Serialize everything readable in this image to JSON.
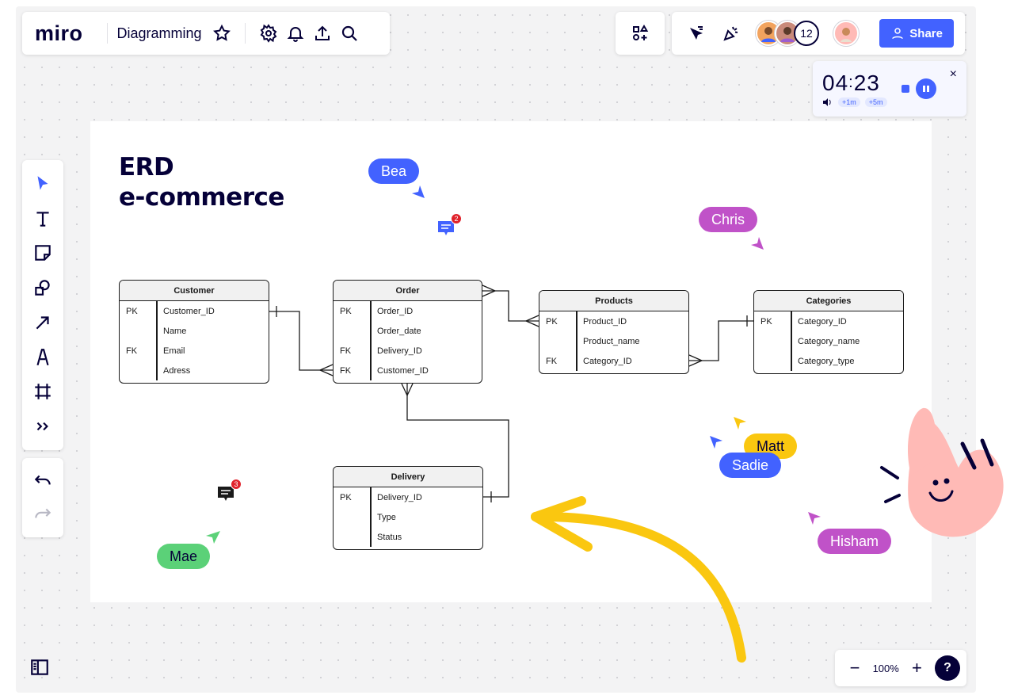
{
  "app": {
    "logo": "miro",
    "board_title": "Diagramming"
  },
  "collaborators": {
    "count": "12"
  },
  "share": {
    "label": "Share"
  },
  "timer": {
    "minutes": "04",
    "seconds": "23",
    "add_1": "+1m",
    "add_5": "+5m",
    "close": "×"
  },
  "zoom": {
    "level": "100%",
    "minus": "−",
    "plus": "+",
    "help": "?"
  },
  "board": {
    "title_line1": "ERD",
    "title_line2": "e-commerce",
    "entities": {
      "customer": {
        "name": "Customer",
        "rows": [
          {
            "key": "PK",
            "field": "Customer_ID"
          },
          {
            "key": "",
            "field": "Name"
          },
          {
            "key": "FK",
            "field": "Email"
          },
          {
            "key": "",
            "field": "Adress"
          }
        ]
      },
      "order": {
        "name": "Order",
        "rows": [
          {
            "key": "PK",
            "field": "Order_ID"
          },
          {
            "key": "",
            "field": "Order_date"
          },
          {
            "key": "FK",
            "field": "Delivery_ID"
          },
          {
            "key": "FK",
            "field": "Customer_ID"
          }
        ]
      },
      "products": {
        "name": "Products",
        "rows": [
          {
            "key": "PK",
            "field": "Product_ID"
          },
          {
            "key": "",
            "field": "Product_name"
          },
          {
            "key": "FK",
            "field": "Category_ID"
          }
        ]
      },
      "categories": {
        "name": "Categories",
        "rows": [
          {
            "key": "PK",
            "field": "Category_ID"
          },
          {
            "key": "",
            "field": "Category_name"
          },
          {
            "key": "",
            "field": "Category_type"
          }
        ]
      },
      "delivery": {
        "name": "Delivery",
        "rows": [
          {
            "key": "PK",
            "field": "Delivery_ID"
          },
          {
            "key": "",
            "field": "Type"
          },
          {
            "key": "",
            "field": "Status"
          }
        ]
      }
    },
    "cursors": [
      {
        "name": "Bea",
        "color": "#4262ff"
      },
      {
        "name": "Chris",
        "color": "#c052c8"
      },
      {
        "name": "Matt",
        "color": "#fac710"
      },
      {
        "name": "Sadie",
        "color": "#4262ff"
      },
      {
        "name": "Hisham",
        "color": "#c052c8"
      },
      {
        "name": "Mae",
        "color": "#5bd178"
      }
    ],
    "comments": [
      {
        "count": "2",
        "color": "#4262ff"
      },
      {
        "count": "3",
        "color": "#1a1a1a"
      }
    ]
  },
  "colors": {
    "accent": "#4262ff",
    "ink": "#050038",
    "arrow_yellow": "#fac710",
    "sticker_pink": "#ffbab6"
  }
}
